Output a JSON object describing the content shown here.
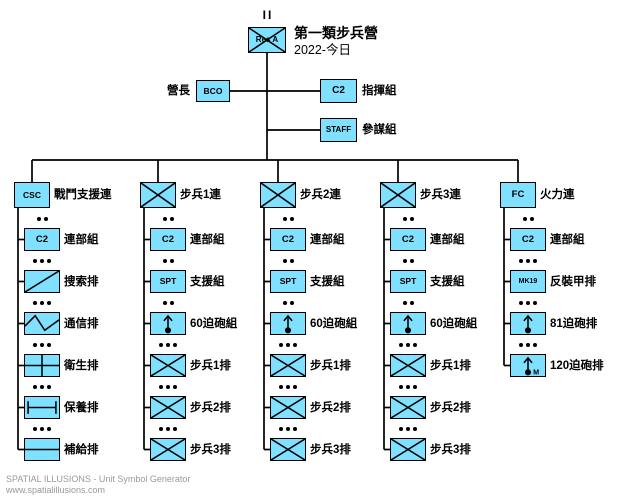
{
  "colors": {
    "unit_fill": "#80E0FF",
    "line": "#000000",
    "watermark": "#999999"
  },
  "header": {
    "echelon": "II",
    "root_label": "Res A",
    "root_symbol": "infantry",
    "title_line1": "第一類步兵營",
    "title_line2": "2022-今日"
  },
  "command": {
    "commander_label": "營長",
    "commander_box_text": "BCO",
    "c2_box_text": "C2",
    "c2_label": "指揮組",
    "staff_box_text": "STAFF",
    "staff_label": "參謀組"
  },
  "columns": [
    {
      "company": {
        "text": "CSC",
        "label": "戰鬥支援連"
      },
      "subunits": [
        {
          "text": "C2",
          "dots": 2,
          "label": "連部組"
        },
        {
          "symbol": "recon",
          "dots": 3,
          "label": "搜索排"
        },
        {
          "symbol": "signal",
          "dots": 3,
          "label": "通信排"
        },
        {
          "symbol": "medical",
          "dots": 3,
          "label": "衛生排"
        },
        {
          "symbol": "maintenance",
          "dots": 3,
          "label": "保養排"
        },
        {
          "symbol": "supply",
          "dots": 3,
          "label": "補給排"
        }
      ]
    },
    {
      "company": {
        "symbol": "infantry",
        "label": "步兵1連"
      },
      "subunits": [
        {
          "text": "C2",
          "dots": 2,
          "label": "連部組"
        },
        {
          "text": "SPT",
          "dots": 2,
          "label": "支援組"
        },
        {
          "symbol": "mortar",
          "dots": 2,
          "label": "60迫砲組"
        },
        {
          "symbol": "infantry",
          "dots": 3,
          "label": "步兵1排"
        },
        {
          "symbol": "infantry",
          "dots": 3,
          "label": "步兵2排"
        },
        {
          "symbol": "infantry",
          "dots": 3,
          "label": "步兵3排"
        }
      ]
    },
    {
      "company": {
        "symbol": "infantry",
        "label": "步兵2連"
      },
      "subunits": [
        {
          "text": "C2",
          "dots": 2,
          "label": "連部組"
        },
        {
          "text": "SPT",
          "dots": 2,
          "label": "支援組"
        },
        {
          "symbol": "mortar",
          "dots": 2,
          "label": "60迫砲組"
        },
        {
          "symbol": "infantry",
          "dots": 3,
          "label": "步兵1排"
        },
        {
          "symbol": "infantry",
          "dots": 3,
          "label": "步兵2排"
        },
        {
          "symbol": "infantry",
          "dots": 3,
          "label": "步兵3排"
        }
      ]
    },
    {
      "company": {
        "symbol": "infantry",
        "label": "步兵3連"
      },
      "subunits": [
        {
          "text": "C2",
          "dots": 2,
          "label": "連部組"
        },
        {
          "text": "SPT",
          "dots": 2,
          "label": "支援組"
        },
        {
          "symbol": "mortar",
          "dots": 2,
          "label": "60迫砲組"
        },
        {
          "symbol": "infantry",
          "dots": 3,
          "label": "步兵1排"
        },
        {
          "symbol": "infantry",
          "dots": 3,
          "label": "步兵2排"
        },
        {
          "symbol": "infantry",
          "dots": 3,
          "label": "步兵3排"
        }
      ]
    },
    {
      "company": {
        "text": "FC",
        "label": "火力連"
      },
      "subunits": [
        {
          "text": "C2",
          "dots": 2,
          "label": "連部組"
        },
        {
          "text": "MK19",
          "dots": 3,
          "label": "反裝甲排"
        },
        {
          "symbol": "mortar",
          "dots": 3,
          "label": "81迫砲排"
        },
        {
          "symbol": "mortar",
          "letter": "M",
          "dots": 3,
          "label": "120迫砲排"
        }
      ]
    }
  ],
  "footer": {
    "line1": "SPATIAL ILLUSIONS - Unit Symbol Generator",
    "line2": "www.spatialillusions.com"
  }
}
